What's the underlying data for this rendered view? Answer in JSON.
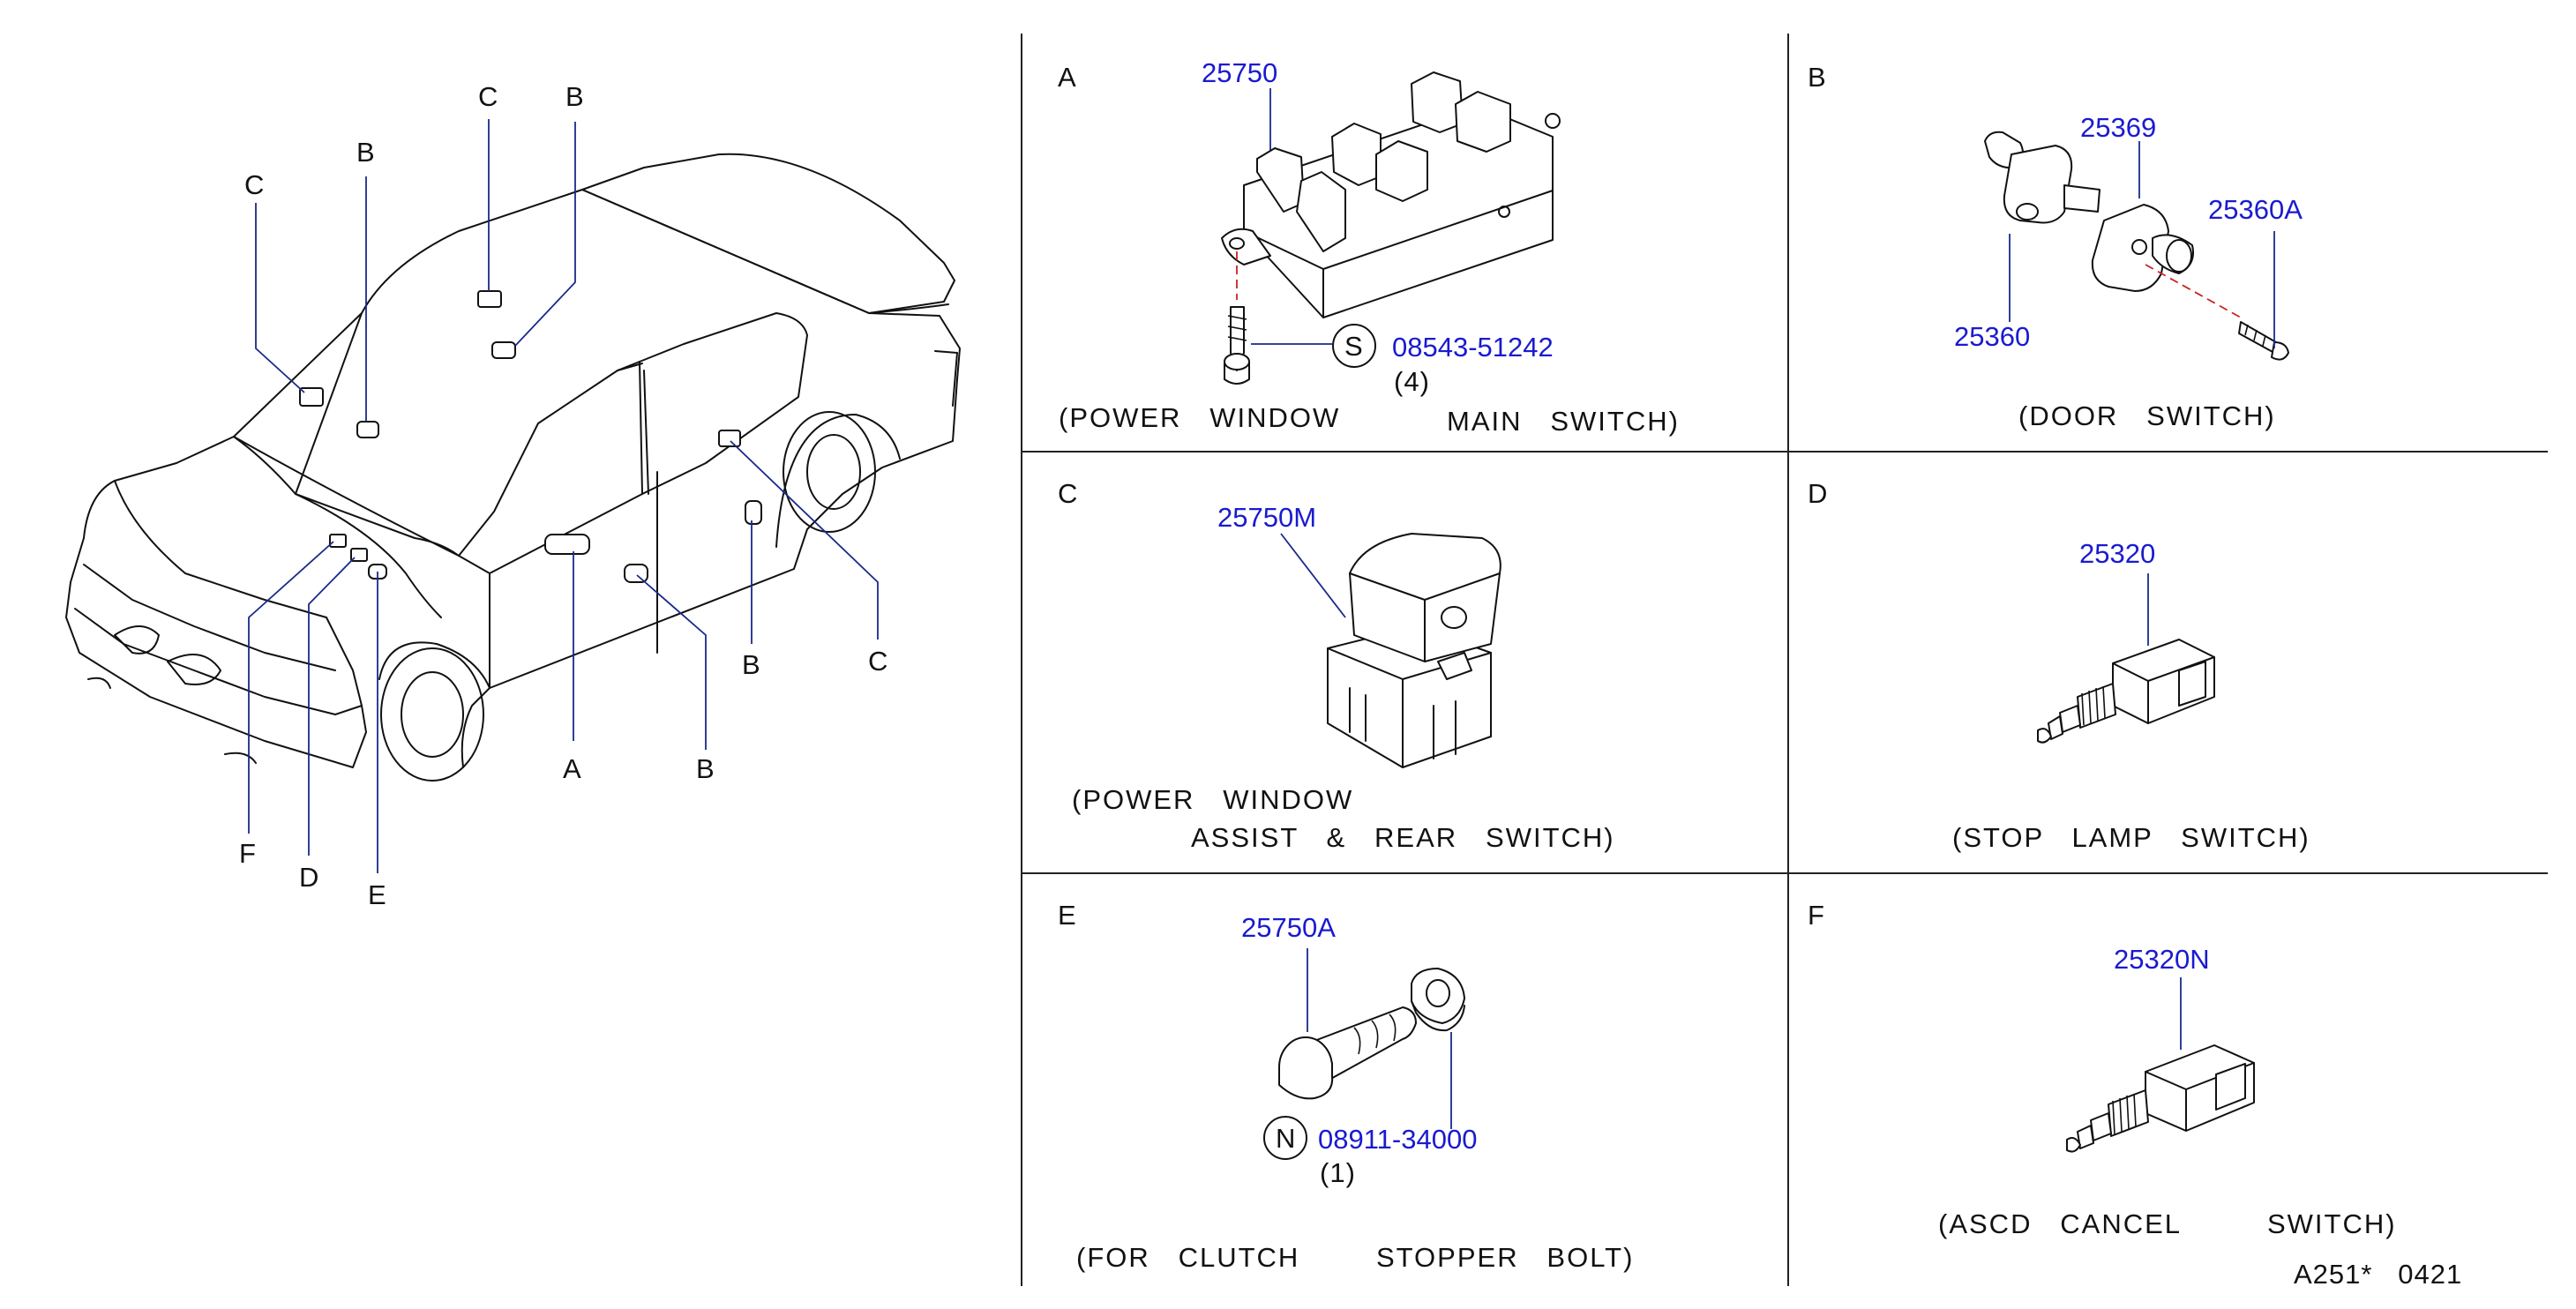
{
  "car": {
    "callouts": {
      "c1": "C",
      "b1": "B",
      "c2": "C",
      "b2": "B",
      "a": "A",
      "b3": "B",
      "b4": "B",
      "c3": "C",
      "f": "F",
      "d": "D",
      "e": "E"
    }
  },
  "panels": {
    "a": {
      "letter": "A",
      "part_main": "25750",
      "fastener_symbol": "S",
      "fastener_part": "08543-51242",
      "fastener_qty": "(4)",
      "caption_1": "(POWER   WINDOW",
      "caption_2": "MAIN   SWITCH)"
    },
    "b": {
      "letter": "B",
      "part_1": "25369",
      "part_2": "25360A",
      "part_3": "25360",
      "caption": "(DOOR   SWITCH)"
    },
    "c": {
      "letter": "C",
      "part_main": "25750M",
      "caption_1": "(POWER   WINDOW",
      "caption_2": "ASSIST   &   REAR   SWITCH)"
    },
    "d": {
      "letter": "D",
      "part_main": "25320",
      "caption": "(STOP   LAMP   SWITCH)"
    },
    "e": {
      "letter": "E",
      "part_main": "25750A",
      "fastener_symbol": "N",
      "fastener_part": "08911-34000",
      "fastener_qty": "(1)",
      "caption_1": "(FOR   CLUTCH",
      "caption_2": "STOPPER   BOLT)"
    },
    "f": {
      "letter": "F",
      "part_main": "25320N",
      "caption_1": "(ASCD   CANCEL",
      "caption_2": "SWITCH)"
    }
  },
  "diagram_code": "A251*   0421"
}
